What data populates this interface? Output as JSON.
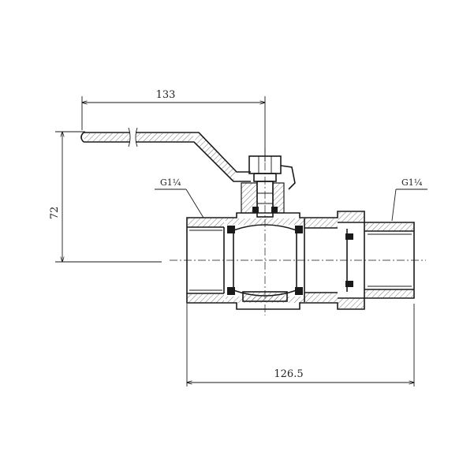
{
  "drawing": {
    "dimensions": {
      "handle_length": "133",
      "height": "72",
      "overall_length": "126.5"
    },
    "thread_labels": {
      "left": "G1¼",
      "right": "G1¼"
    },
    "colors": {
      "line": "#1a1a1a",
      "background": "#ffffff"
    }
  }
}
